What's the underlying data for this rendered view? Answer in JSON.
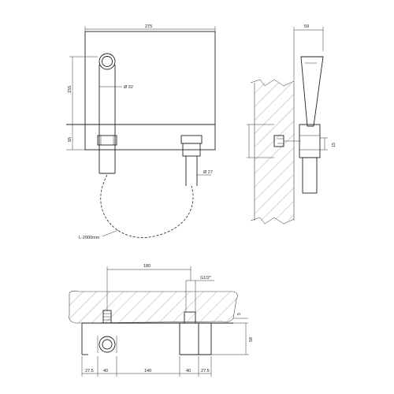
{
  "front_view": {
    "width_label": "275",
    "height_upper_label": "155",
    "height_lower_label": "65",
    "holder_diameter_label": "Ø 32",
    "outlet_diameter_label": "Ø 27",
    "hose_length_label": "L-2000mm"
  },
  "side_view": {
    "depth_label": "59",
    "offset_label": "15"
  },
  "bottom_view": {
    "spacing_label": "180",
    "thread_label": "G1/2\"",
    "small_offset_label": "5",
    "protrusion_label": "59",
    "bottom_dims": [
      "27.5",
      "40",
      "140",
      "40",
      "27.5"
    ]
  },
  "colors": {
    "line": "#222222",
    "hatch": "#555555",
    "background": "#ffffff"
  }
}
